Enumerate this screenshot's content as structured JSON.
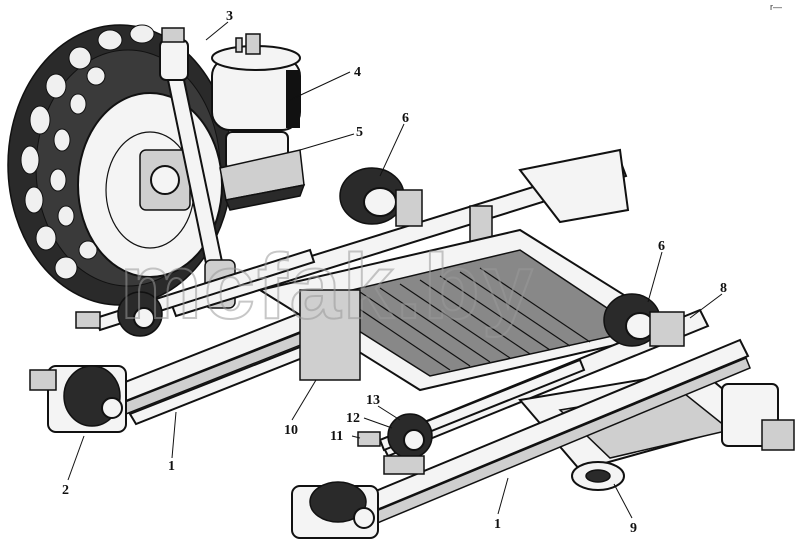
{
  "diagram": {
    "callouts": [
      {
        "id": "c3",
        "text": "3"
      },
      {
        "id": "c4",
        "text": "4"
      },
      {
        "id": "c5",
        "text": "5"
      },
      {
        "id": "c6a",
        "text": "6"
      },
      {
        "id": "c6b",
        "text": "6"
      },
      {
        "id": "c8",
        "text": "8"
      },
      {
        "id": "c2",
        "text": "2"
      },
      {
        "id": "c1a",
        "text": "1"
      },
      {
        "id": "c10",
        "text": "10"
      },
      {
        "id": "c13",
        "text": "13"
      },
      {
        "id": "c12",
        "text": "12"
      },
      {
        "id": "c11",
        "text": "11"
      },
      {
        "id": "c1b",
        "text": "1"
      },
      {
        "id": "c9",
        "text": "9"
      }
    ],
    "watermark": "mcfak.by",
    "corner_mark": "r—"
  }
}
